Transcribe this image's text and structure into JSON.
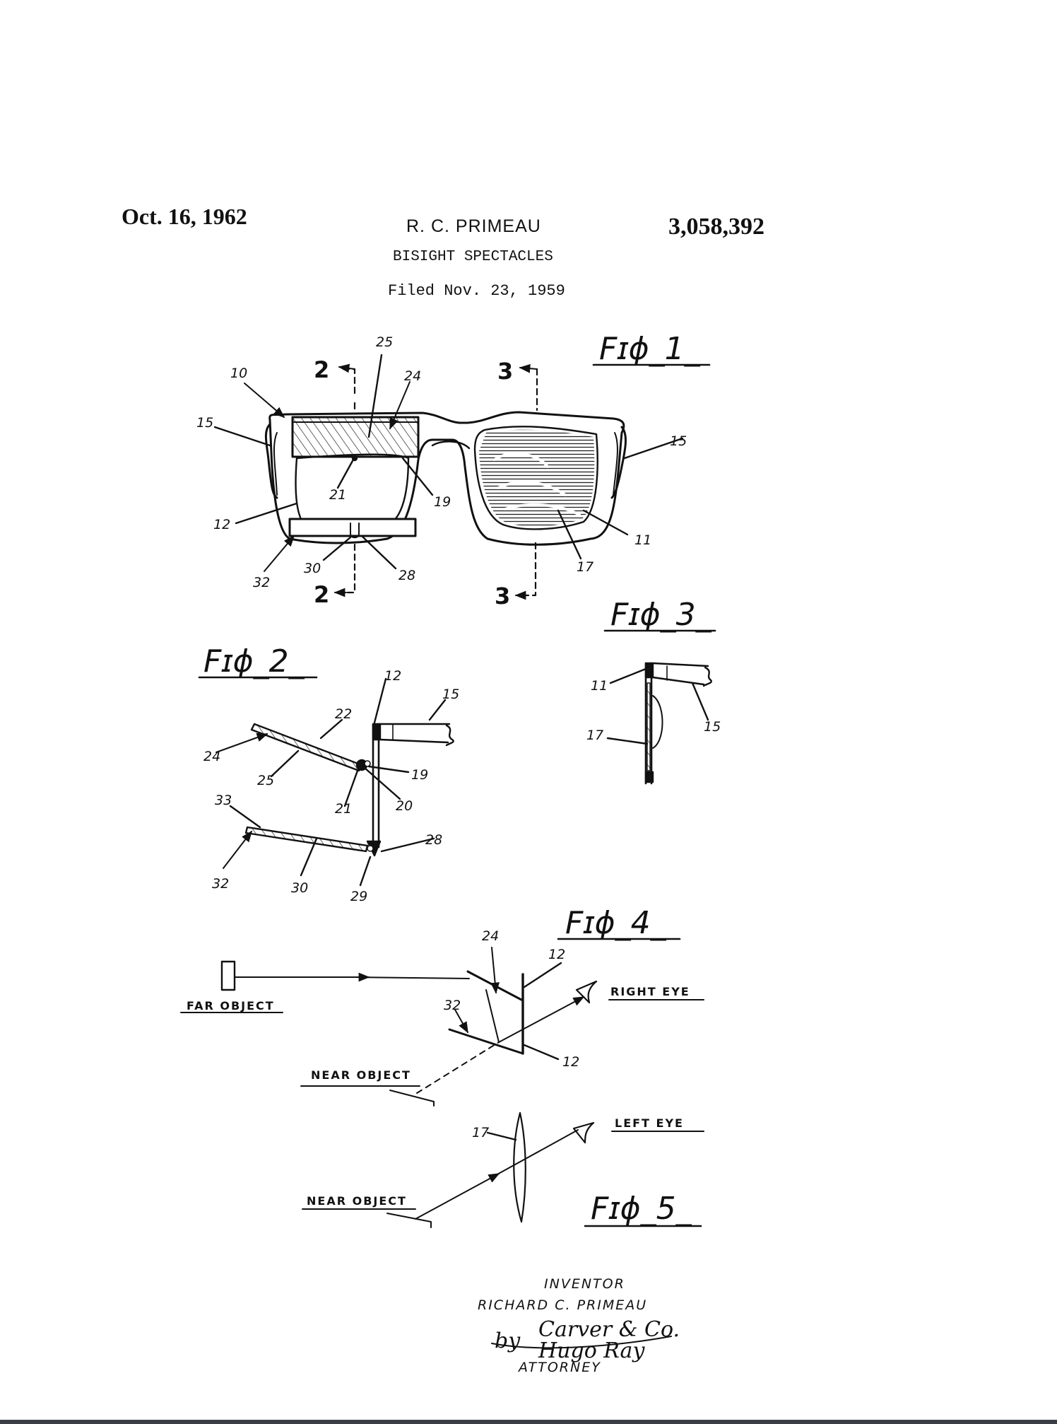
{
  "header": {
    "date": "Oct. 16, 1962",
    "inventor_name": "R. C. PRIMEAU",
    "patent_number": "3,058,392",
    "title": "BISIGHT SPECTACLES",
    "filed": "Filed Nov. 23, 1959"
  },
  "figures": {
    "fig1": "Fɪɸ_1_",
    "fig2": "Fɪɸ_2_",
    "fig3": "Fɪɸ_3_",
    "fig4": "Fɪɸ_4_",
    "fig5": "Fɪɸ_5_"
  },
  "fig1_labels": {
    "l10": "10",
    "l15a": "15",
    "l25": "25",
    "l24": "24",
    "l21": "21",
    "l19": "19",
    "l12": "12",
    "l32": "32",
    "l30": "30",
    "l28": "28",
    "l15b": "15",
    "l11": "11",
    "l17": "17",
    "sec2top": "2",
    "sec2bot": "2",
    "sec3top": "3",
    "sec3bot": "3"
  },
  "fig2_labels": {
    "l12": "12",
    "l15": "15",
    "l22": "22",
    "l24": "24",
    "l25": "25",
    "l19": "19",
    "l21": "21",
    "l20": "20",
    "l33": "33",
    "l28": "28",
    "l32": "32",
    "l30": "30",
    "l29": "29"
  },
  "fig3_labels": {
    "l11": "11",
    "l15": "15",
    "l17": "17"
  },
  "fig4_labels": {
    "l24": "24",
    "l12a": "12",
    "l32": "32",
    "l12b": "12",
    "far_object": "FAR OBJECT",
    "right_eye": "RIGHT EYE",
    "near_object": "NEAR OBJECT"
  },
  "fig5_labels": {
    "l17": "17",
    "left_eye": "LEFT EYE",
    "near_object": "NEAR OBJECT"
  },
  "signature": {
    "inventor_caption": "INVENTOR",
    "inventor_full": "RICHARD C. PRIMEAU",
    "firm": "Carver & Co.",
    "by": "by",
    "attorney_name": "Hugo Ray",
    "attorney_caption": "ATTORNEY"
  }
}
